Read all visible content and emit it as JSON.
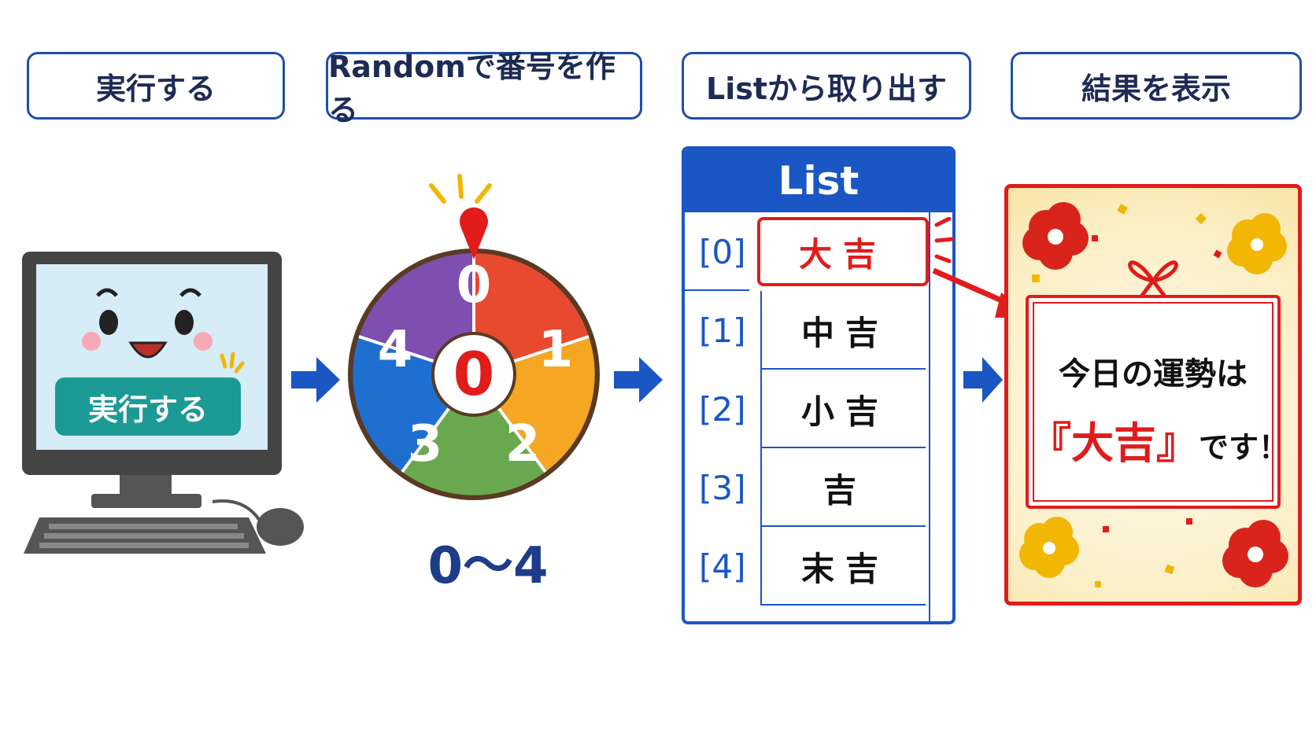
{
  "steps": [
    {
      "label": "実行する"
    },
    {
      "label": "Randomで番号を作る"
    },
    {
      "label": "Listから取り出す"
    },
    {
      "label": "結果を表示"
    }
  ],
  "computer": {
    "button_label": "実行する"
  },
  "wheel": {
    "segments": [
      "0",
      "1",
      "2",
      "3",
      "4"
    ],
    "center_value": "0",
    "range_label": "0〜4",
    "colors": [
      "#e84a2f",
      "#f5a623",
      "#6aa84f",
      "#1f6fd1",
      "#7e4fb0"
    ]
  },
  "list": {
    "title": "List",
    "items": [
      {
        "index": "[0]",
        "value": "大吉"
      },
      {
        "index": "[1]",
        "value": "中吉"
      },
      {
        "index": "[2]",
        "value": "小吉"
      },
      {
        "index": "[3]",
        "value": "吉"
      },
      {
        "index": "[4]",
        "value": "末吉"
      }
    ]
  },
  "result": {
    "line1": "今日の運勢は",
    "open_bracket": "『",
    "value": "大吉",
    "close_bracket": "』",
    "suffix": "です！"
  },
  "colors": {
    "accent_blue": "#1a56c4",
    "accent_red": "#e21b1b",
    "step_border": "#1f4fa8"
  }
}
